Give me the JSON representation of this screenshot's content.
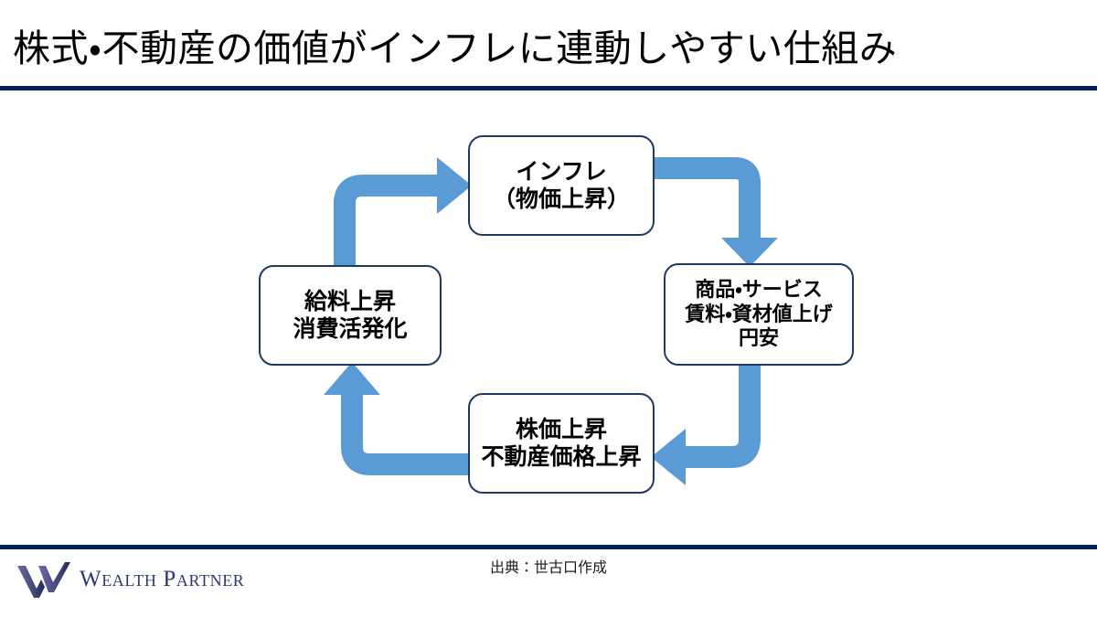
{
  "slide": {
    "title": "株式・不動産の価値がインフレに連動しやすい仕組み",
    "accent_color": "#00205b",
    "arrow_color": "#5b9bd5",
    "box_border_color": "#1f3a5f",
    "background_color": "#ffffff"
  },
  "diagram": {
    "type": "cycle",
    "direction": "clockwise",
    "nodes": [
      {
        "id": "inflation",
        "position": "top",
        "lines": [
          "インフレ",
          "（物価上昇）"
        ]
      },
      {
        "id": "prices",
        "position": "right",
        "lines": [
          "商品・サービス",
          "賃料・資材値上げ",
          "円安"
        ]
      },
      {
        "id": "assets",
        "position": "bottom",
        "lines": [
          "株価上昇",
          "不動産価格上昇"
        ]
      },
      {
        "id": "wages",
        "position": "left",
        "lines": [
          "給料上昇",
          "消費活発化"
        ]
      }
    ],
    "arrows": [
      {
        "id": "inflation-to-prices",
        "from": "inflation",
        "to": "prices",
        "shape": "elbow-right-down"
      },
      {
        "id": "prices-to-assets",
        "from": "prices",
        "to": "assets",
        "shape": "elbow-down-left"
      },
      {
        "id": "assets-to-wages",
        "from": "assets",
        "to": "wages",
        "shape": "elbow-left-up"
      },
      {
        "id": "wages-to-inflation",
        "from": "wages",
        "to": "inflation",
        "shape": "elbow-up-right"
      }
    ]
  },
  "footer": {
    "source": "出典：世古口作成",
    "logo_text": "Wealth Partner",
    "logo_color": "#2b3a73"
  }
}
